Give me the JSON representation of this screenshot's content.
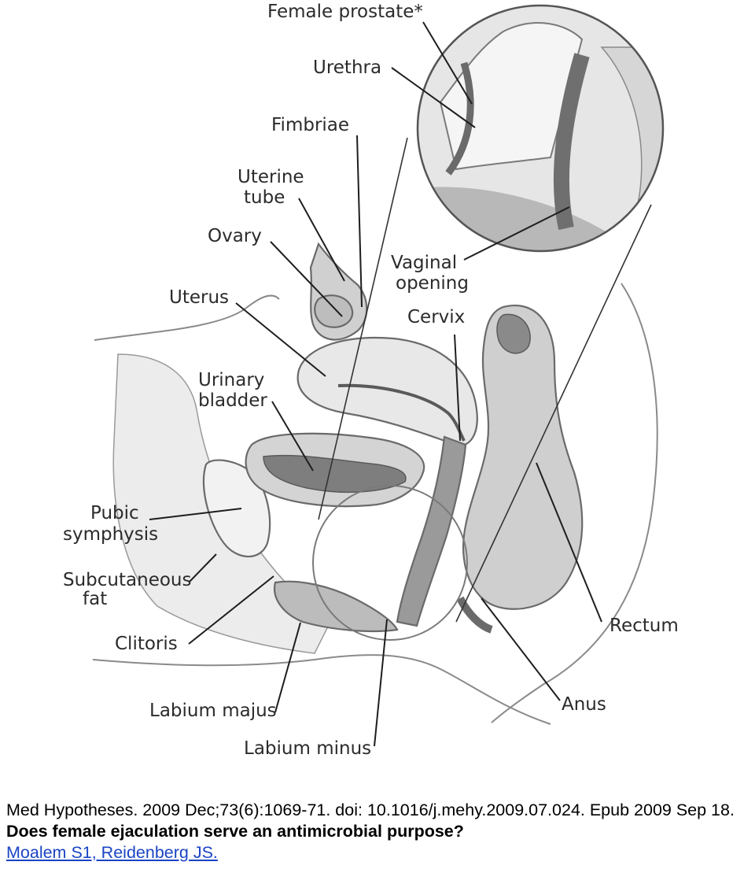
{
  "labels": {
    "female_prostate": "Female prostate*",
    "urethra": "Urethra",
    "fimbriae": "Fimbriae",
    "uterine_tube_line1": "Uterine",
    "uterine_tube_line2": "tube",
    "ovary": "Ovary",
    "uterus": "Uterus",
    "urinary_bladder_line1": "Urinary",
    "urinary_bladder_line2": "bladder",
    "vaginal_opening_line1": "Vaginal",
    "vaginal_opening_line2": "opening",
    "cervix": "Cervix",
    "pubic_symphysis_line1": "Pubic",
    "pubic_symphysis_line2": "symphysis",
    "subcutaneous_fat_line1": "Subcutaneous",
    "subcutaneous_fat_line2": "fat",
    "clitoris": "Clitoris",
    "rectum": "Rectum",
    "anus": "Anus",
    "labium_majus": "Labium majus",
    "labium_minus": "Labium minus"
  },
  "citation": {
    "journal": "Med Hypotheses. 2009 Dec;73(6):1069-71. doi: 10.1016/j.mehy.2009.07.024. Epub 2009 Sep 18.",
    "title": "Does female ejaculation serve an antimicrobial purpose?",
    "authors": "Moalem S1, Reidenberg JS."
  },
  "colors": {
    "text": "#2b2b2b",
    "link": "#1a44c4",
    "tissue_light": "#ececec",
    "tissue_mid": "#c9c9c9",
    "tissue_dark": "#8c8c8c",
    "outline": "#6a6a6a"
  }
}
